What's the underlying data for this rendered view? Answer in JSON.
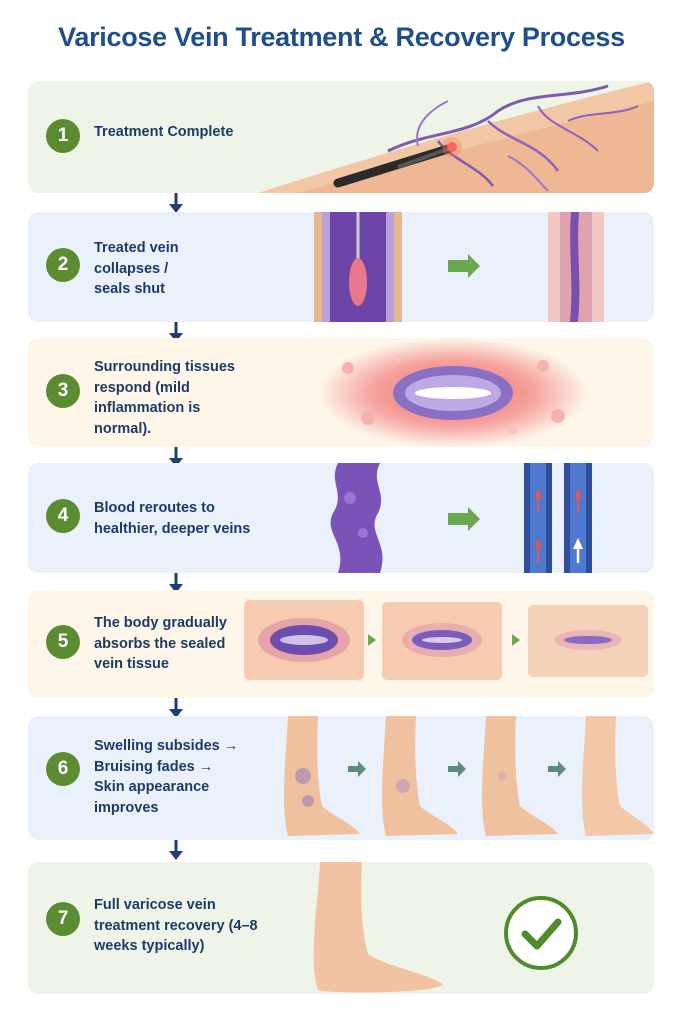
{
  "title": "Varicose Vein Treatment & Recovery Process",
  "colors": {
    "title": "#1f4e8c",
    "step_number_bg": "#5b8c32",
    "label_text": "#1e3b68",
    "flow_arrow": "#1f3f73",
    "check": "#4f8a2b"
  },
  "steps": [
    {
      "number": "1",
      "label": "Treatment Complete"
    },
    {
      "number": "2",
      "label": "Treated vein collapses / seals shut"
    },
    {
      "number": "3",
      "label": "Surrounding tissues respond (mild inflammation is normal)."
    },
    {
      "number": "4",
      "label": "Blood reroutes to healthier, deeper veins"
    },
    {
      "number": "5",
      "label": "The body gradually absorbs the sealed vein tissue"
    },
    {
      "number": "6",
      "label": "Swelling subsides → Bruising fades → Skin appearance improves"
    },
    {
      "number": "7",
      "label": "Full varicose vein treatment recovery (4–8 weeks typically)"
    }
  ]
}
